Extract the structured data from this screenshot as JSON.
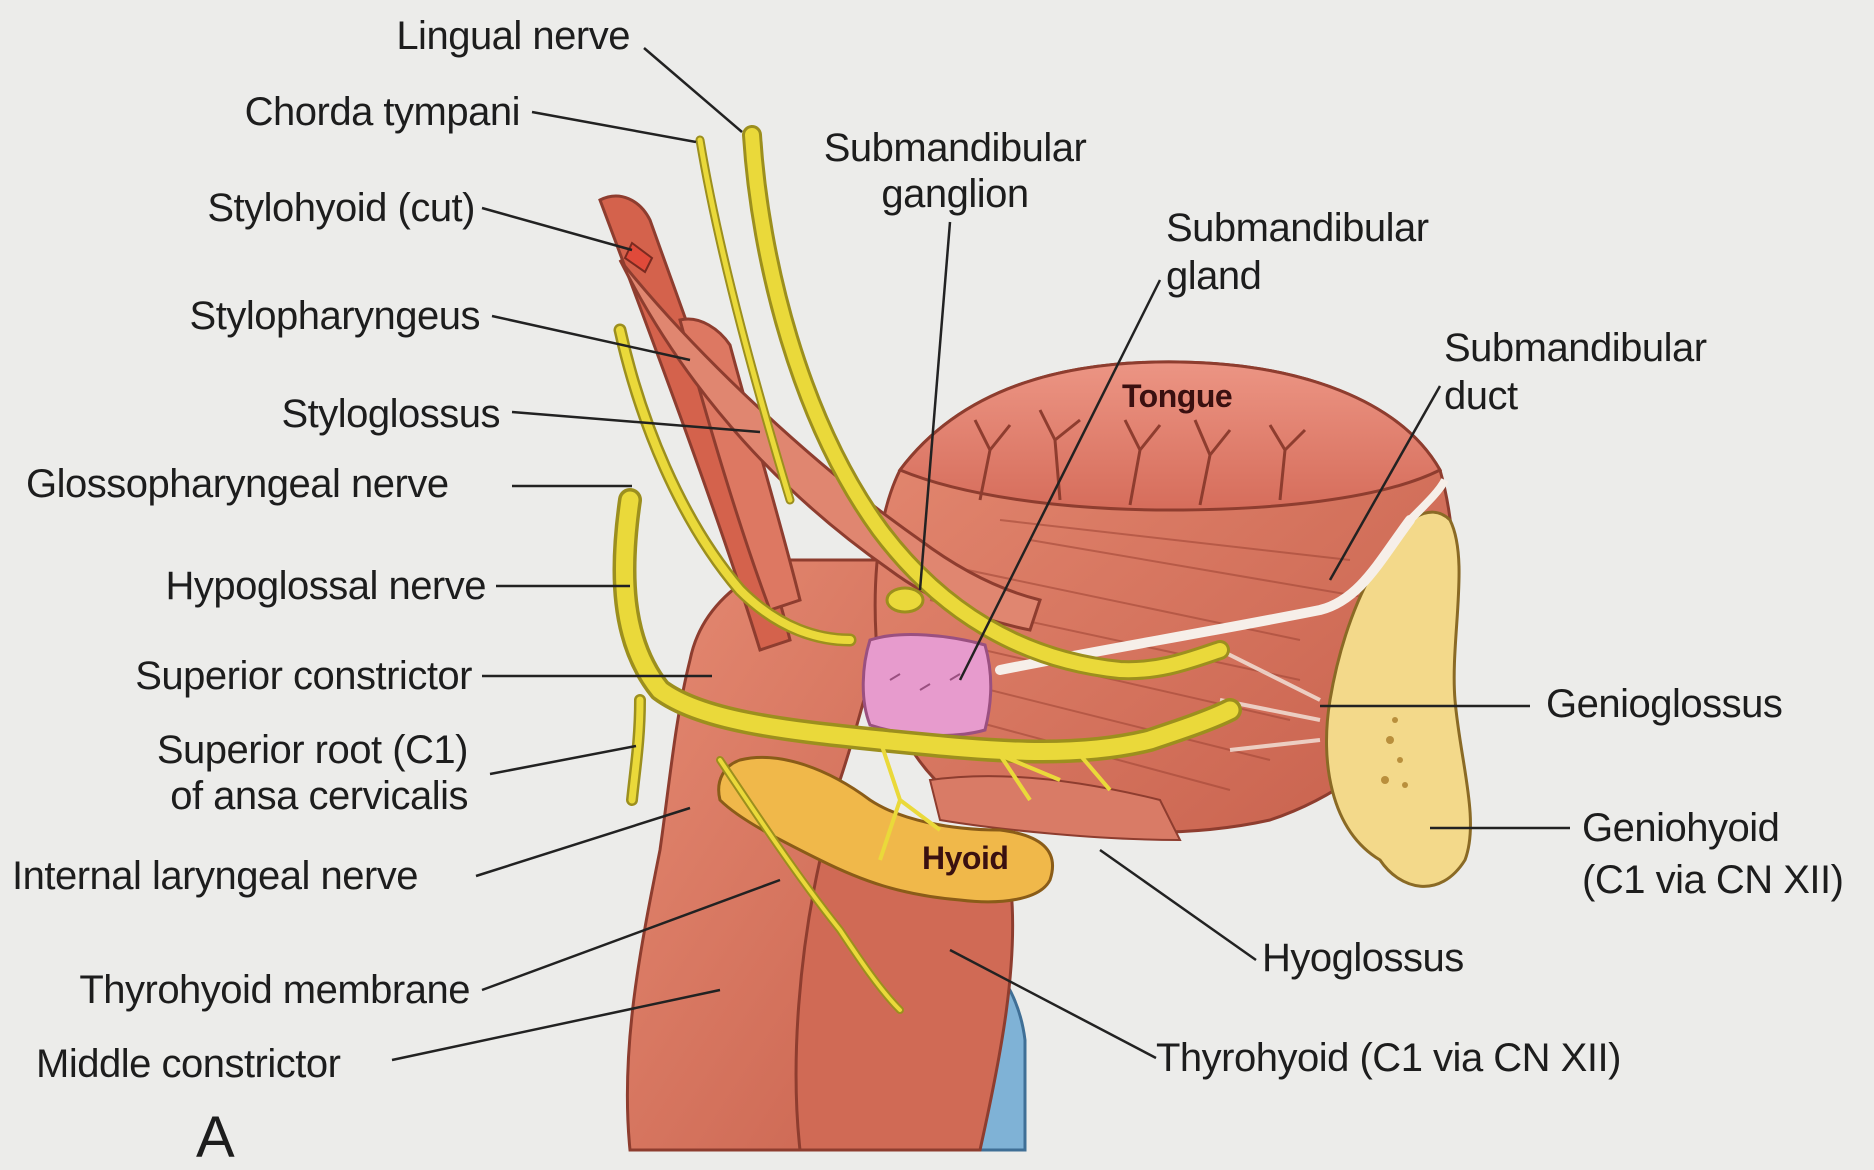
{
  "labels": {
    "lingual_nerve": "Lingual nerve",
    "chorda_tympani": "Chorda tympani",
    "stylohyoid_cut": "Stylohyoid (cut)",
    "stylopharyngeus": "Stylopharyngeus",
    "styloglossus": "Styloglossus",
    "glossopharyngeal_nerve": "Glossopharyngeal nerve",
    "hypoglossal_nerve": "Hypoglossal nerve",
    "superior_constrictor": "Superior constrictor",
    "superior_root_line1": "Superior root (C1)",
    "superior_root_line2": "of ansa cervicalis",
    "internal_laryngeal_nerve": "Internal laryngeal nerve",
    "thyrohyoid_membrane": "Thyrohyoid membrane",
    "middle_constrictor": "Middle constrictor",
    "panel_letter": "A",
    "submandibular_ganglion_line1": "Submandibular",
    "submandibular_ganglion_line2": "ganglion",
    "submandibular_gland_line1": "Submandibular",
    "submandibular_gland_line2": "gland",
    "submandibular_duct_line1": "Submandibular",
    "submandibular_duct_line2": "duct",
    "tongue": "Tongue",
    "hyoid": "Hyoid",
    "genioglossus": "Genioglossus",
    "geniohyoid_line1": "Geniohyoid",
    "geniohyoid_line2": "(C1 via CN XII)",
    "hyoglossus": "Hyoglossus",
    "thyrohyoid": "Thyrohyoid (C1 via CN XII)"
  },
  "colors": {
    "background": "#ececea",
    "muscle": "#d9735c",
    "muscle_dark": "#b85543",
    "muscle_light": "#eba08c",
    "nerve": "#ead93a",
    "nerve_outline": "#9c8f1e",
    "bone": "#f3d98a",
    "gland": "#e79bcd",
    "membrane": "#7fb2d6",
    "leader": "#222222"
  }
}
